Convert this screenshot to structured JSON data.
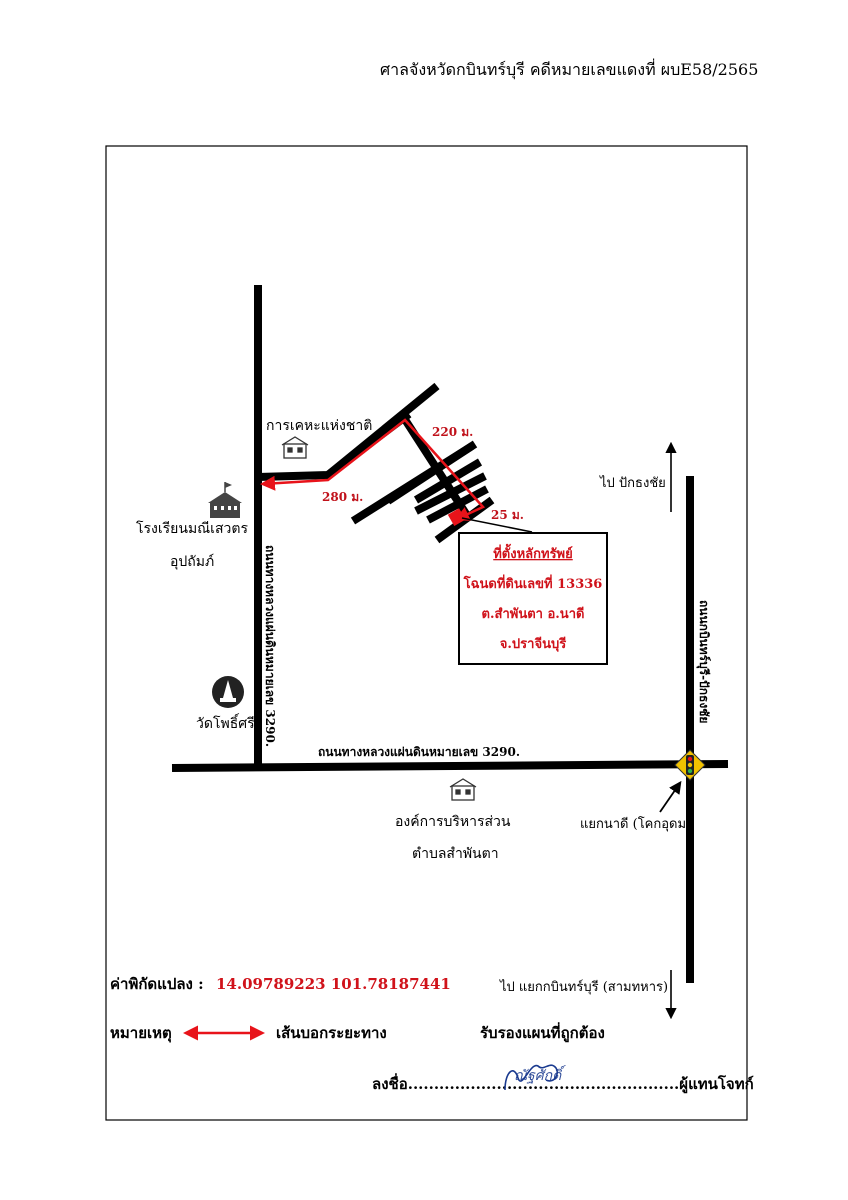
{
  "header": {
    "court_case": "ศาลจังหวัดกบินทร์บุรี คดีหมายเลขแดงที่ ผบE58/2565"
  },
  "map": {
    "landmarks": {
      "housing_authority": "การเคหะแห่งชาติ",
      "school_line1": "โรงเรียนมณีเสวตร",
      "school_line2": "อุปถัมภ์",
      "temple": "วัดโพธิ์ศรี",
      "sao_line1": "องค์การบริหารส่วน",
      "sao_line2": "ตำบลสำพันตา"
    },
    "distances": {
      "d1": "280 ม.",
      "d2": "220 ม.",
      "d3": "25 ม."
    },
    "roads": {
      "highway_vertical": "ถนนทางหลวงแผ่นดินหมายเลข 3290.",
      "highway_horizontal": "ถนนทางหลวงแผ่นดินหมายเลข 3290.",
      "kabin_road": "ถนนกบินทร์บุรี-ปักธงชัย",
      "junction": "แยกนาดี (โคกอุดม)"
    },
    "directions": {
      "to_north": "ไป ปักธงชัย",
      "to_south": "ไป แยกกบินทร์บุรี (สามทหาร)"
    },
    "property": {
      "title": "ที่ตั้งหลักทรัพย์",
      "deed": "โฉนดที่ดินเลขที่ 13336",
      "location1": "ต.สำพันตา อ.นาดี",
      "location2": "จ.ปราจีนบุรี"
    },
    "colors": {
      "road": "#000000",
      "route": "#e8131a",
      "property": "#e8131a"
    }
  },
  "footer": {
    "coords_label": "ค่าพิกัดแปลง :",
    "coords_value": "14.09789223 101.78187441",
    "legend_label": "หมายเหตุ",
    "legend_text": "เส้นบอกระยะทาง",
    "certify": "รับรองแผนที่ถูกต้อง",
    "sign_prefix": "ลงชื่อ",
    "dots1": "..................................",
    "dots2": "..................",
    "sign_suffix": "ผู้แทนโจทก์",
    "signature": "ณัฐศักดิ์"
  }
}
